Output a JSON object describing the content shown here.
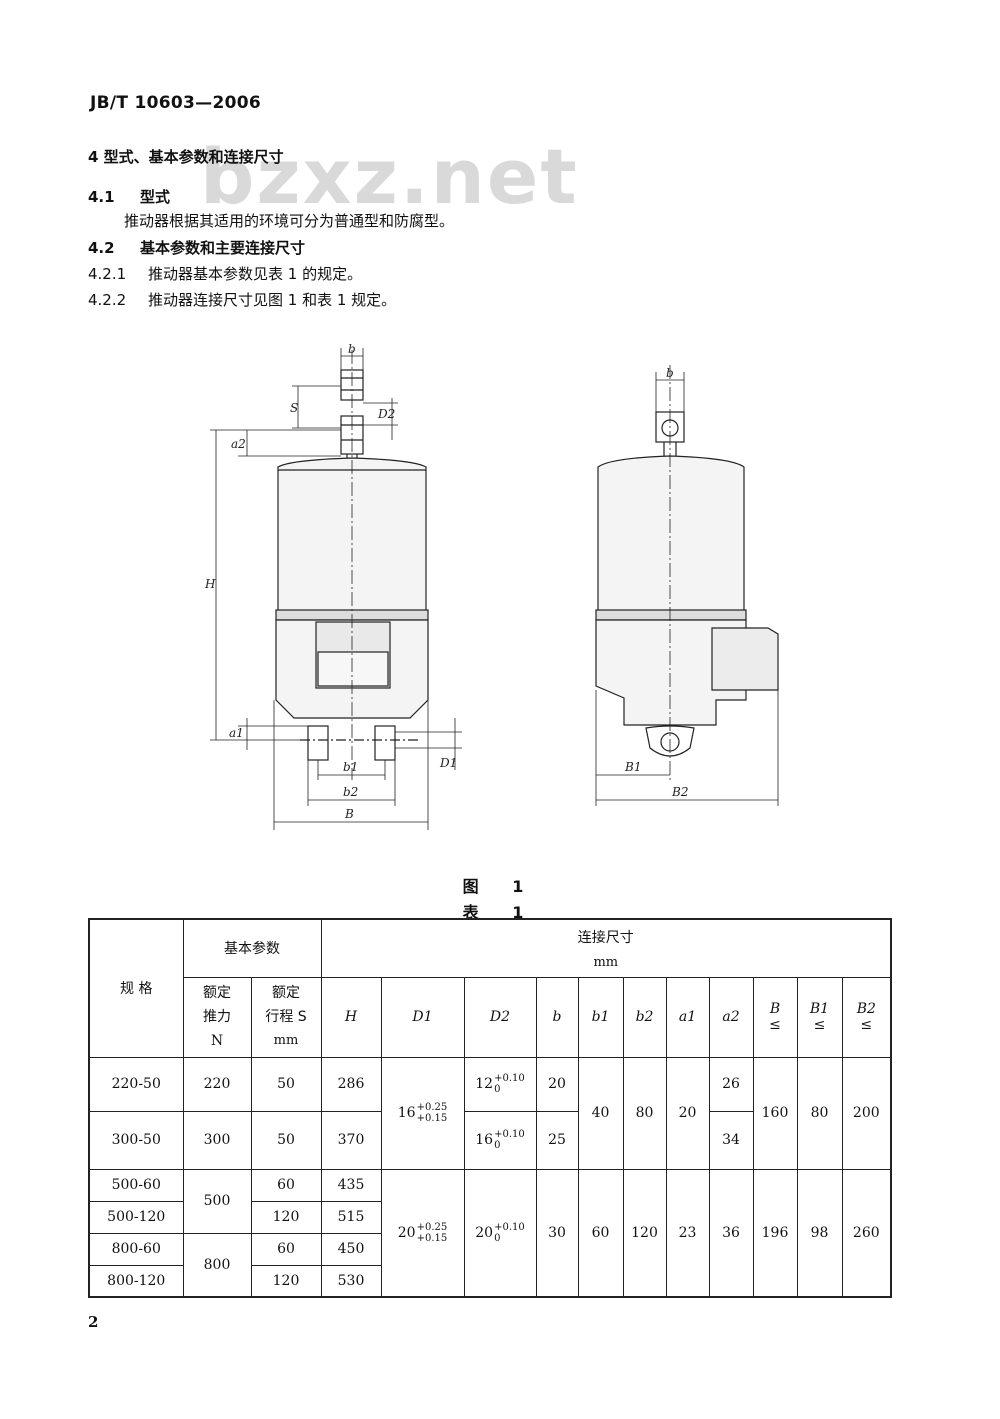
{
  "header": {
    "doc_code": "JB/T 10603—2006"
  },
  "watermark": "bzxz.net",
  "section": {
    "heading": "4  型式、基本参数和连接尺寸",
    "items": [
      {
        "num": "4.1",
        "text": "型式",
        "bold": true
      },
      {
        "num": "",
        "text": "推动器根据其适用的环境可分为普通型和防腐型。",
        "bold": false
      },
      {
        "num": "4.2",
        "text": "基本参数和主要连接尺寸",
        "bold": true
      },
      {
        "num": "4.2.1",
        "text": "推动器基本参数见表 1 的规定。",
        "bold": false
      },
      {
        "num": "4.2.2",
        "text": "推动器连接尺寸见图 1 和表 1 规定。",
        "bold": false
      }
    ]
  },
  "figure": {
    "caption": "图 1",
    "labels": {
      "b": "b",
      "S": "S",
      "D2": "D2",
      "a2": "a2",
      "H": "H",
      "a1": "a1",
      "D1": "D1",
      "b1": "b1",
      "b2": "b2",
      "B": "B",
      "B1": "B1",
      "B2": "B2"
    }
  },
  "table": {
    "caption": "表 1",
    "headers": {
      "spec": "规 格",
      "basic": "基本参数",
      "rated_force": [
        "额定",
        "推力",
        "N"
      ],
      "rated_stroke": [
        "额定",
        "行程 S",
        "mm"
      ],
      "connection": "连接尺寸",
      "connection_unit": "mm",
      "cols": [
        "H",
        "D1",
        "D2",
        "b",
        "b1",
        "b2",
        "a1",
        "a2",
        "B",
        "B1",
        "B2"
      ],
      "leq": "≤"
    },
    "rows": [
      {
        "spec": "220-50",
        "force": "220",
        "stroke": "50",
        "H": "286",
        "D2": "12",
        "D2_tol": [
          "+0.10",
          "0"
        ],
        "b": "20",
        "a2": "26"
      },
      {
        "spec": "300-50",
        "force": "300",
        "stroke": "50",
        "H": "370",
        "D2": "16",
        "D2_tol": [
          "+0.10",
          "0"
        ],
        "b": "25",
        "a2": "34"
      },
      {
        "spec": "500-60",
        "stroke": "60",
        "H": "435"
      },
      {
        "spec": "500-120",
        "stroke": "120",
        "H": "515"
      },
      {
        "spec": "800-60",
        "stroke": "60",
        "H": "450"
      },
      {
        "spec": "800-120",
        "stroke": "120",
        "H": "530"
      }
    ],
    "group1": {
      "D1": "16",
      "D1_tol": [
        "+0.25",
        "+0.15"
      ],
      "b1": "40",
      "b2": "80",
      "a1": "20",
      "B": "160",
      "B1": "80",
      "B2": "200"
    },
    "group2": {
      "force_500": "500",
      "force_800": "800",
      "D1": "20",
      "D1_tol": [
        "+0.25",
        "+0.15"
      ],
      "D2": "20",
      "D2_tol": [
        "+0.10",
        "0"
      ],
      "b": "30",
      "b1": "60",
      "b2": "120",
      "a1": "23",
      "a2": "36",
      "B": "196",
      "B1": "98",
      "B2": "260"
    }
  },
  "footer": {
    "page_number": "2"
  }
}
